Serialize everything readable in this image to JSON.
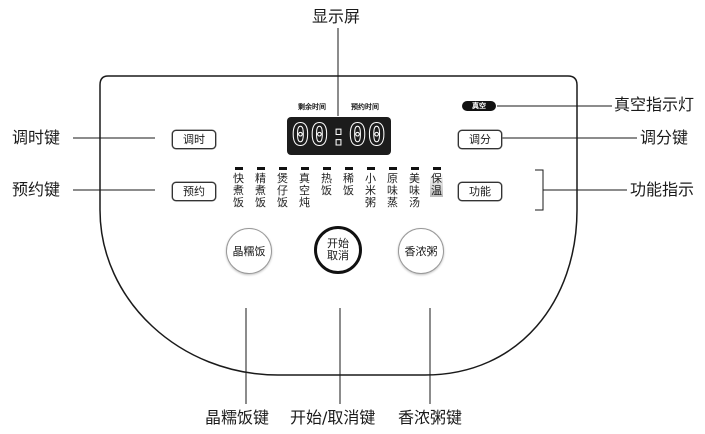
{
  "callouts": {
    "display_screen": "显示屏",
    "vacuum_light": "真空指示灯",
    "hour_key": "调时键",
    "minute_key": "调分键",
    "preset_key": "预约键",
    "function_indicator": "功能指示",
    "crystal_key": "晶糯饭键",
    "start_cancel_key": "开始/取消键",
    "porridge_key": "香浓粥键"
  },
  "panel": {
    "remaining_time_label": "剩余时间",
    "preset_time_label": "预约时间",
    "display_digits": "00:00",
    "vacuum_badge": "真空",
    "buttons": {
      "hour": "调时",
      "minute": "调分",
      "preset": "预约",
      "function": "功能"
    },
    "functions": [
      {
        "label": "快煮饭"
      },
      {
        "label": "精煮饭"
      },
      {
        "label": "煲仔饭"
      },
      {
        "label": "真空炖"
      },
      {
        "label": "热饭"
      },
      {
        "label": "稀饭"
      },
      {
        "label": "小米粥"
      },
      {
        "label": "原味蒸"
      },
      {
        "label": "美味汤"
      },
      {
        "label": "保温"
      }
    ],
    "round_buttons": {
      "crystal_rice": "晶糯饭",
      "start_line1": "开始",
      "start_line2": "取消",
      "porridge": "香浓粥"
    }
  }
}
